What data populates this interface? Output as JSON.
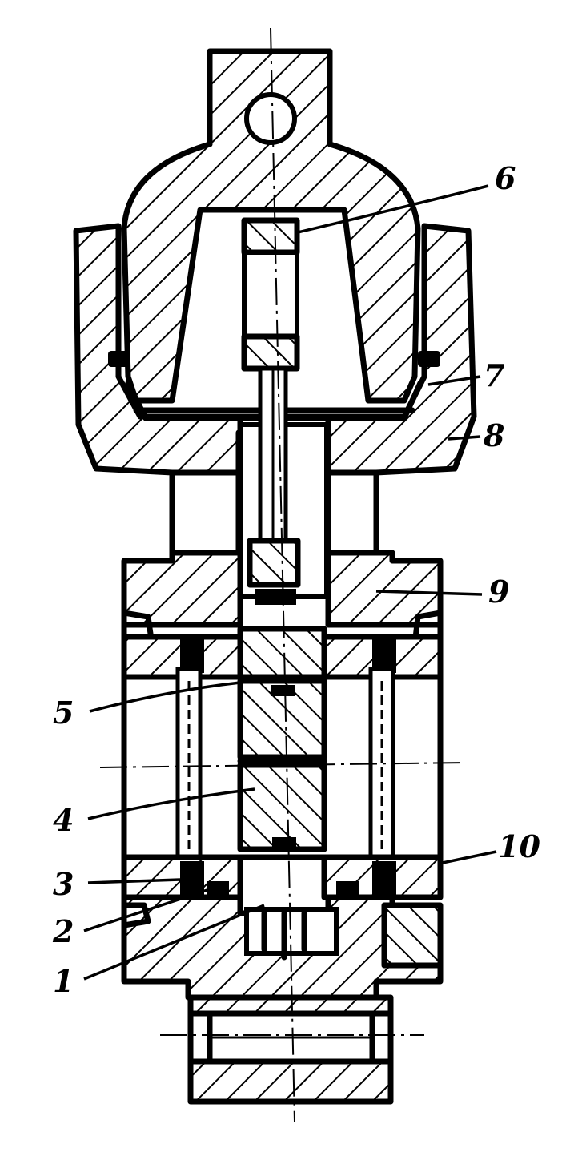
{
  "drawing": {
    "labels": [
      "1",
      "2",
      "3",
      "4",
      "5",
      "6",
      "7",
      "8",
      "9",
      "10"
    ]
  }
}
